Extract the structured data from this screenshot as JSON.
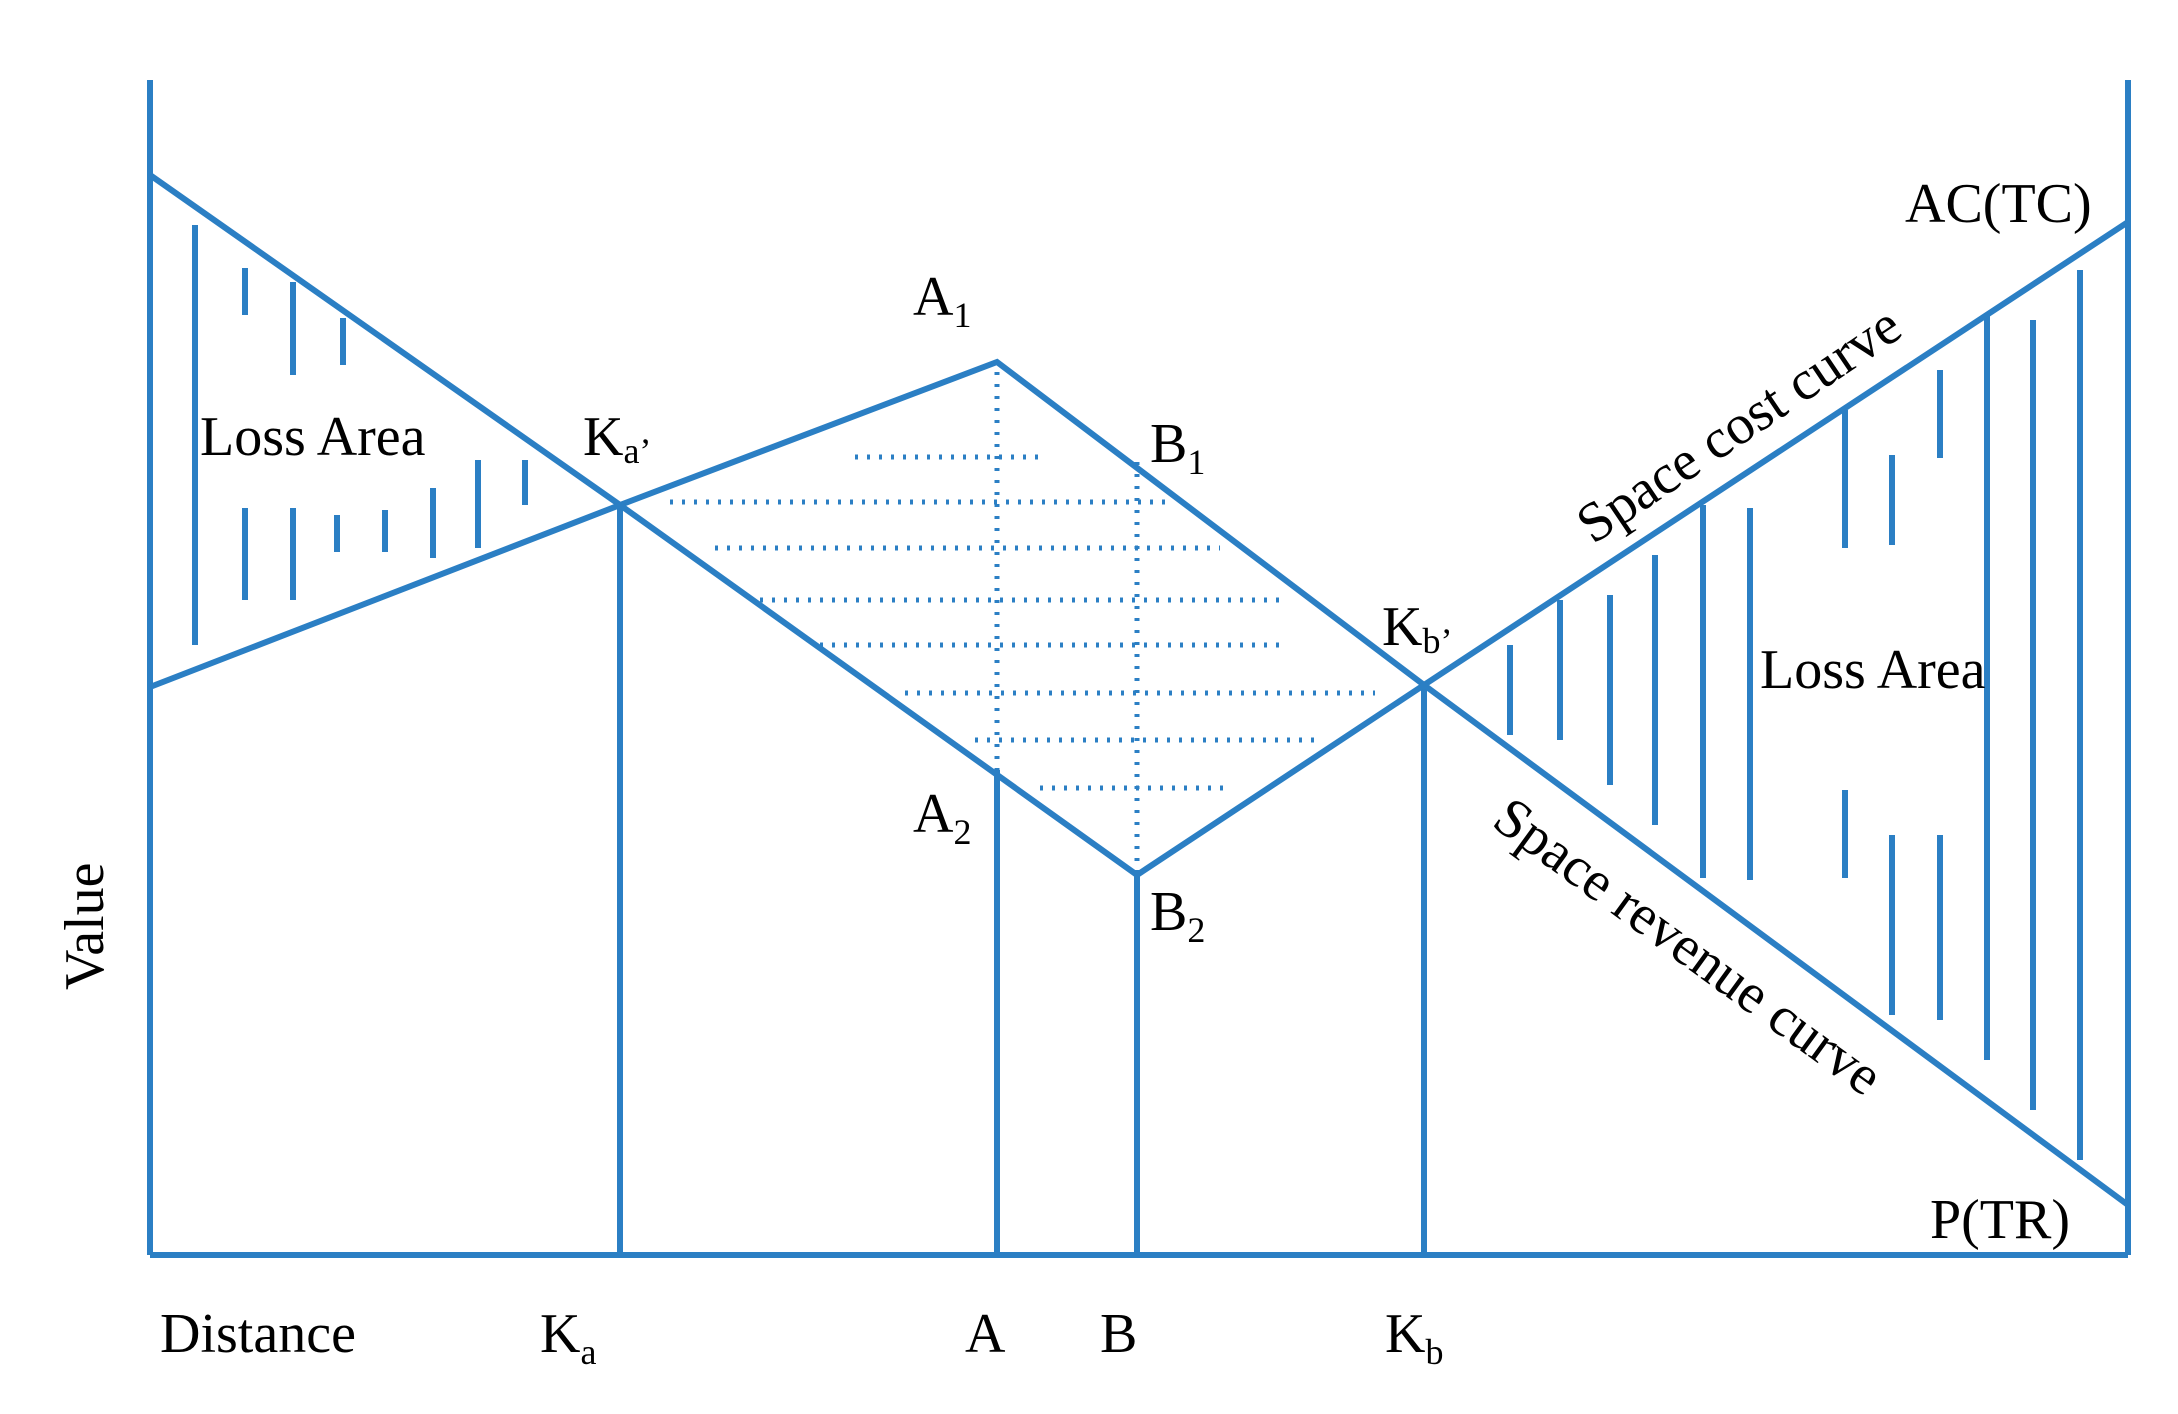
{
  "colors": {
    "line": "#2b7fc4",
    "text": "#000000",
    "background": "#ffffff"
  },
  "axes": {
    "y_label": "Value",
    "x_label": "Distance"
  },
  "points": {
    "ka_prime": {
      "main": "K",
      "sub": "a’"
    },
    "kb_prime": {
      "main": "K",
      "sub": "b’"
    },
    "a1": {
      "main": "A",
      "sub": "1"
    },
    "a2": {
      "main": "A",
      "sub": "2"
    },
    "b1": {
      "main": "B",
      "sub": "1"
    },
    "b2": {
      "main": "B",
      "sub": "2"
    }
  },
  "x_ticks": {
    "ka": {
      "main": "K",
      "sub": "a"
    },
    "a": "A",
    "b": "B",
    "kb": {
      "main": "K",
      "sub": "b"
    }
  },
  "regions": {
    "loss_left": "Loss Area",
    "loss_right": "Loss Area"
  },
  "curves": {
    "cost": "Space cost curve",
    "revenue": "Space revenue curve",
    "cost_end": "AC(TC)",
    "revenue_end": "P(TR)"
  }
}
